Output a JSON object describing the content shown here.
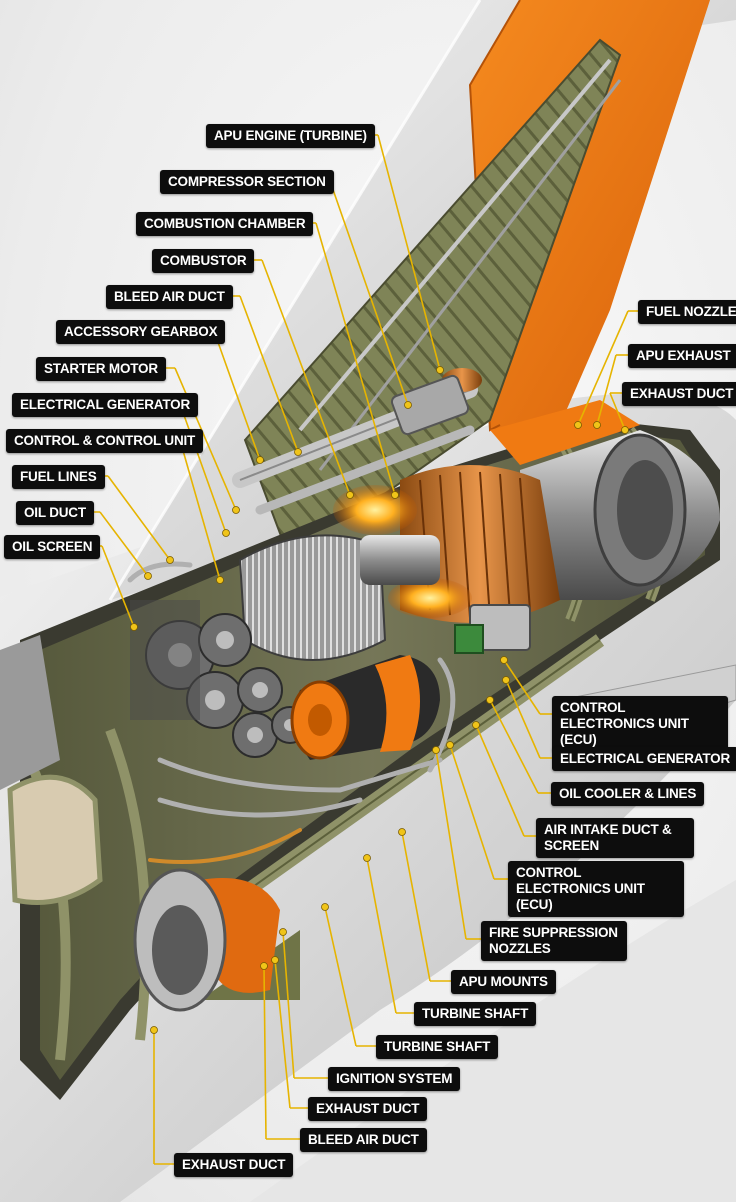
{
  "labels": {
    "apu_engine_turbine": "APU ENGINE (TURBINE)",
    "compressor_section": "COMPRESSOR SECTION",
    "combustion_chamber": "COMBUSTION CHAMBER",
    "combustor": "COMBUSTOR",
    "bleed_air_duct_top": "BLEED AIR DUCT",
    "accessory_gearbox": "ACCESSORY GEARBOX",
    "starter_motor": "STARTER MOTOR",
    "electrical_generator_left": "ELECTRICAL GENERATOR",
    "control_unit_left": "CONTROL & CONTROL UNIT",
    "fuel_lines": "FUEL LINES",
    "oil_duct": "OIL DUCT",
    "oil_screen": "OIL SCREEN",
    "fuel_nozzle": "FUEL NOZZLE",
    "apu_exhaust": "APU EXHAUST",
    "exhaust_duct_right": "EXHAUST DUCT",
    "ecu_right_1": "CONTROL ELECTRONICS UNIT (ECU)",
    "electrical_generator_right": "ELECTRICAL GENERATOR",
    "oil_cooler_lines": "OIL COOLER & LINES",
    "air_intake_duct": "AIR INTAKE DUCT & SCREEN",
    "ecu_right_2": "CONTROL ELECTRONICS UNIT (ECU)",
    "fire_suppression": "FIRE SUPPRESSION NOZZLES",
    "apu_mounts": "APU MOUNTS",
    "turbine_shaft_1": "TURBINE SHAFT",
    "turbine_shaft_2": "TURBINE SHAFT",
    "ignition_system": "IGNITION SYSTEM",
    "exhaust_duct_bottom": "EXHAUST DUCT",
    "bleed_air_duct_bottom": "BLEED AIR DUCT",
    "exhaust_duct_lowest": "EXHAUST DUCT"
  },
  "colors": {
    "label_bg": "#0d0d0d",
    "label_text": "#ffffff",
    "leader": "#e6b400",
    "tail_orange": "#f07a12",
    "fuselage": "#dcdcdc",
    "structure_olive": "#8f9268",
    "combustion_glow": "#ffb020"
  }
}
